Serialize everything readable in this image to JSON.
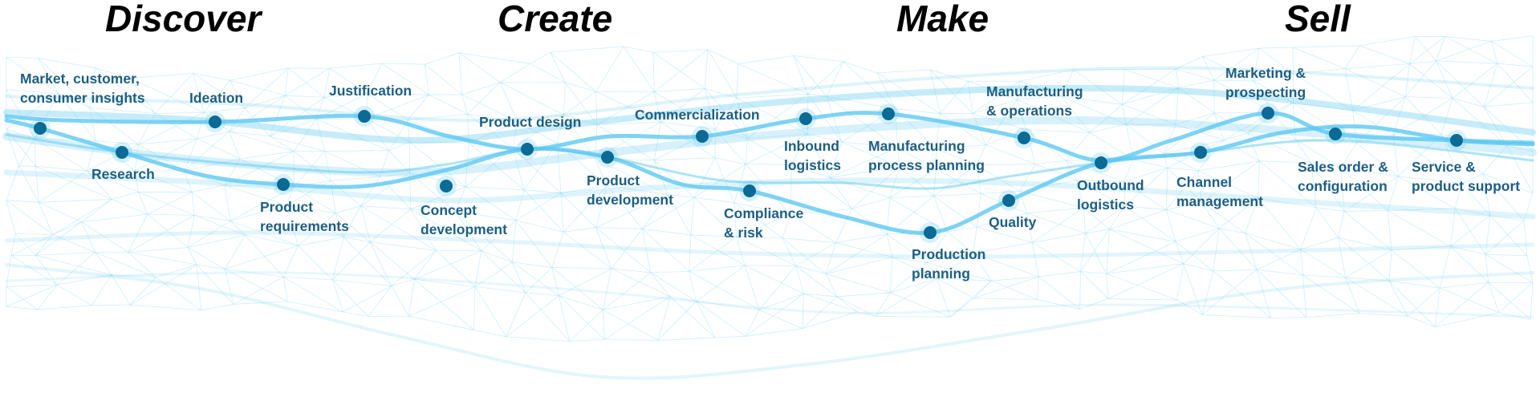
{
  "phases": [
    "Discover",
    "Create",
    "Make",
    "Sell"
  ],
  "colors": {
    "dot": "#0b6a96",
    "label": "#1d5e83",
    "wave": "#5cc8f2",
    "mesh": "#a9e1f7"
  },
  "steps": [
    {
      "label": "Market, customer,\nconsumer insights"
    },
    {
      "label": "Research"
    },
    {
      "label": "Ideation"
    },
    {
      "label": "Product\nrequirements"
    },
    {
      "label": "Justification"
    },
    {
      "label": "Concept\ndevelopment"
    },
    {
      "label": "Product design"
    },
    {
      "label": "Product\ndevelopment"
    },
    {
      "label": "Commercialization"
    },
    {
      "label": "Compliance\n& risk"
    },
    {
      "label": "Inbound\nlogistics"
    },
    {
      "label": "Manufacturing\nprocess planning"
    },
    {
      "label": "Production\nplanning"
    },
    {
      "label": "Manufacturing\n& operations"
    },
    {
      "label": "Quality"
    },
    {
      "label": "Outbound\nlogistics"
    },
    {
      "label": "Channel\nmanagement"
    },
    {
      "label": "Marketing &\nprospecting"
    },
    {
      "label": "Sales order &\nconfiguration"
    },
    {
      "label": "Service &\nproduct support"
    }
  ]
}
